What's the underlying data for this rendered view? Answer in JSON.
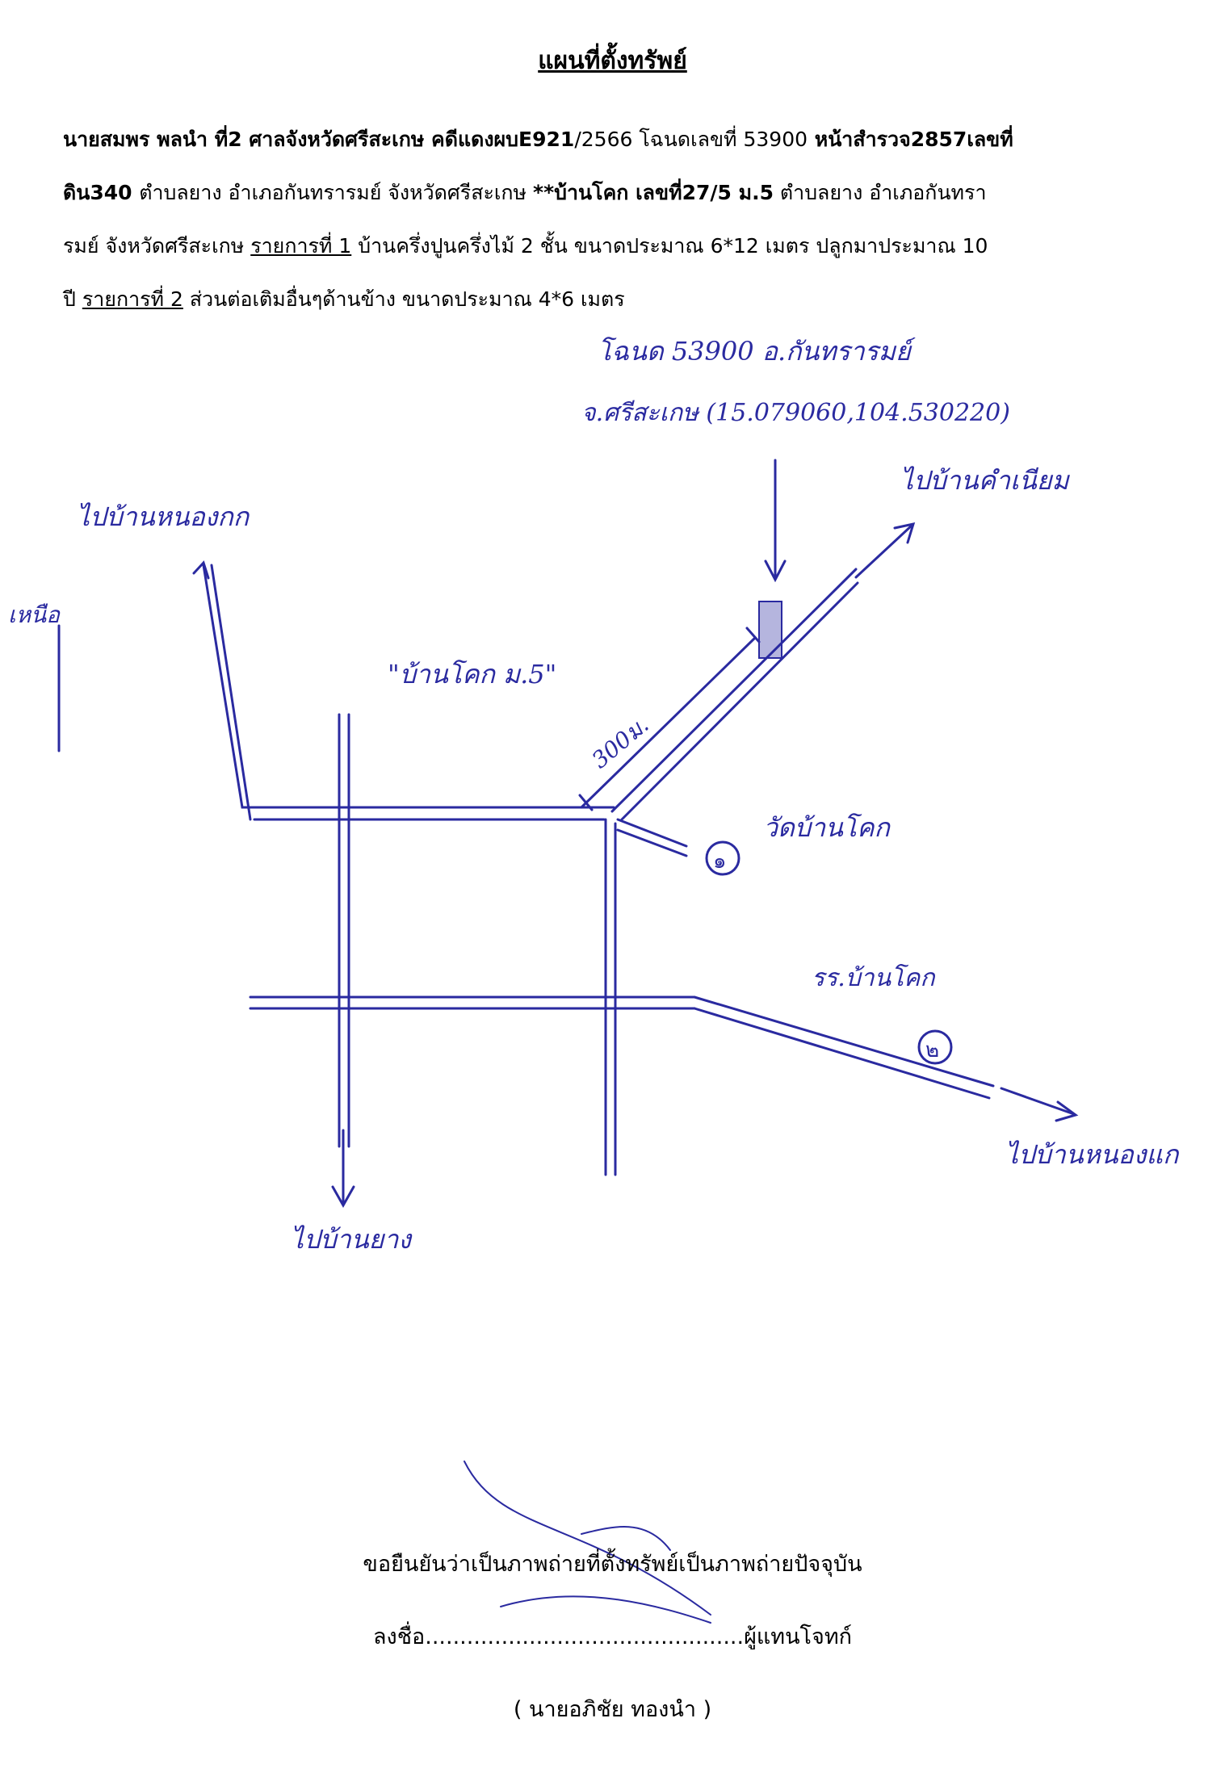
{
  "title": "แผนที่ตั้งทรัพย์",
  "description": {
    "line1": {
      "a": "นายสมพร พลนำ ที่2 ศาลจังหวัดศรีสะเกษ คดีแดงผบE921",
      "b": "/2566 โฉนดเลขที่ 53900",
      "c": " หน้าสำรวจ2857เลขที่"
    },
    "line2": {
      "a": "ดิน340 ",
      "b": "ตำบลยาง อำเภอกันทรารมย์ จังหวัดศรีสะเกษ ",
      "c": "**บ้านโคก เลขที่27/5 ม.5",
      "d": "  ตำบลยาง อำเภอกันทรา"
    },
    "line3": {
      "a": "รมย์ จังหวัดศรีสะเกษ ",
      "u": "รายการที่ 1",
      "b": " บ้านครึ่งปูนครึ่งไม้ 2 ชั้น ขนาดประมาณ 6*12 เมตร ปลูกมาประมาณ 10"
    },
    "line4": {
      "a": "ปี ",
      "u": "รายการที่ 2",
      "b": " ส่วนต่อเติมอื่นๆด้านข้าง ขนาดประมาณ 4*6 เมตร"
    }
  },
  "map": {
    "deed_note": "โฉนด 53900 อ.กันทรารมย์",
    "province_coords": "จ.ศรีสะเกษ (15.079060,104.530220)",
    "to_nong_kok": "ไปบ้านหนองกก",
    "north": "เหนือ",
    "village": "\"บ้านโคก ม.5\"",
    "to_kham_niam": "ไปบ้านคำเนียม",
    "distance": "300ม.",
    "temple": "วัดบ้านโคก",
    "temple_marker": "๑",
    "school": "รร.บ้านโคก",
    "school_marker": "๒",
    "to_nong_kae": "ไปบ้านหนองแก",
    "to_yang": "ไปบ้านยาง"
  },
  "footer": {
    "confirm": "ขอยืนยันว่าเป็นภาพถ่ายที่ตั้งทรัพย์เป็นภาพถ่ายปัจจุบัน",
    "sign_prefix": "ลงชื่อ",
    "sign_dots": "..............................................",
    "sign_role": "ผู้แทนโจทก์",
    "signer": "(  นายอภิชัย    ทองนำ  )"
  },
  "colors": {
    "ink": "#2a2aa0",
    "text": "#000000"
  }
}
